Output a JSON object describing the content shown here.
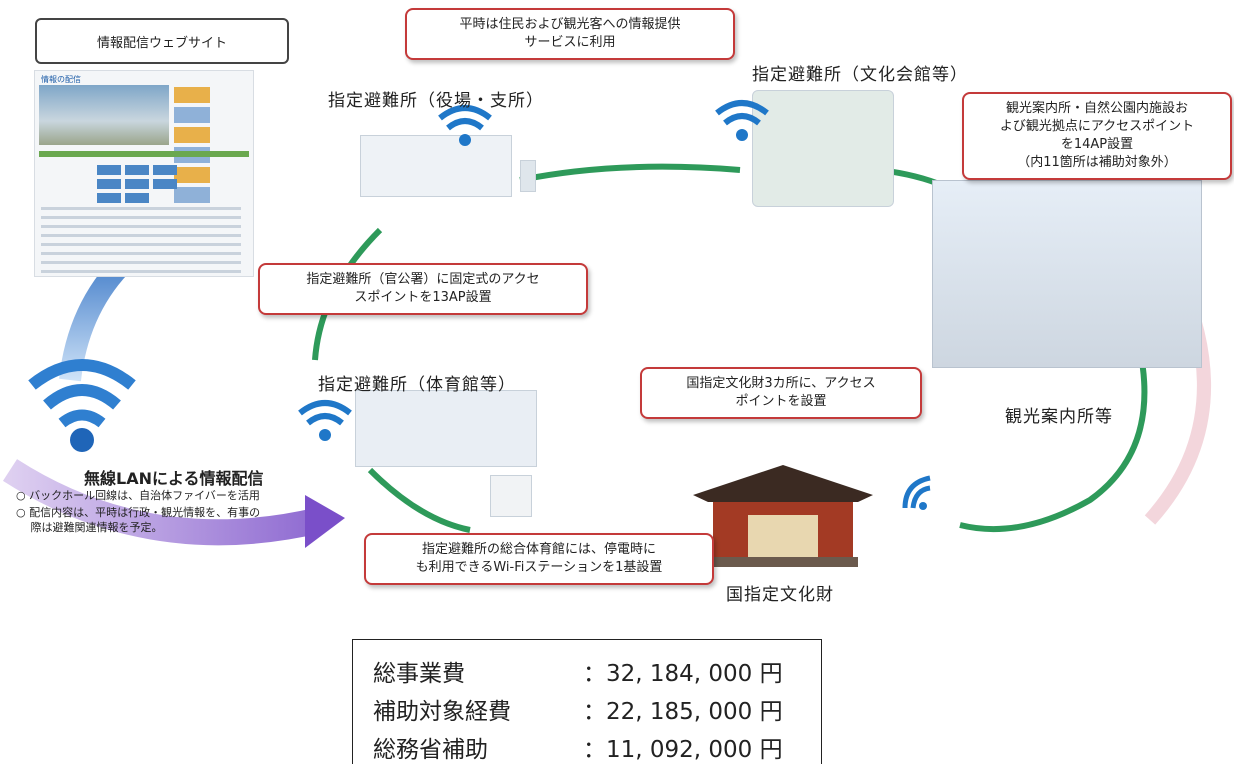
{
  "website": {
    "title": "情報配信ウェブサイト",
    "logo_text": "情報の配信"
  },
  "venues": {
    "office": "指定避難所（役場・支所）",
    "culture_hall": "指定避難所（文化会館等）",
    "gym": "指定避難所（体育館等）",
    "tourist_center": "観光案内所等",
    "cultural_property": "国指定文化財"
  },
  "callouts": {
    "normal_use": "平時は住民および観光客への情報提供\nサービスに利用",
    "tourist_ap": "観光案内所・自然公園内施設お\nよび観光拠点にアクセスポイント\nを14AP設置\n（内11箇所は補助対象外）",
    "shelter_ap": "指定避難所（官公署）に固定式のアクセ\nスポイントを13AP設置",
    "heritage_ap": "国指定文化財3カ所に、アクセス\nポイントを設置",
    "gym_station": "指定避難所の総合体育館には、停電時に\nも利用できるWi-Fiステーションを1基設置"
  },
  "wireless": {
    "heading": "無線LANによる情報配信",
    "bullets": [
      "○ バックホール回線は、自治体ファイバーを活用",
      "○ 配信内容は、平時は行政・観光情報を、有事の\n　 際は避難関連情報を予定。"
    ]
  },
  "totals": [
    {
      "label": "総事業費",
      "value": "：32, 184, 000 円"
    },
    {
      "label": "補助対象経費",
      "value": "：22, 185, 000 円"
    },
    {
      "label": "総務省補助",
      "value": "：11, 092, 000 円"
    }
  ],
  "colors": {
    "ring": "#2e9a5a",
    "wifi": "#1f77c8",
    "callout_border": "#c43a3a",
    "arrow": "#3d7fd0"
  }
}
